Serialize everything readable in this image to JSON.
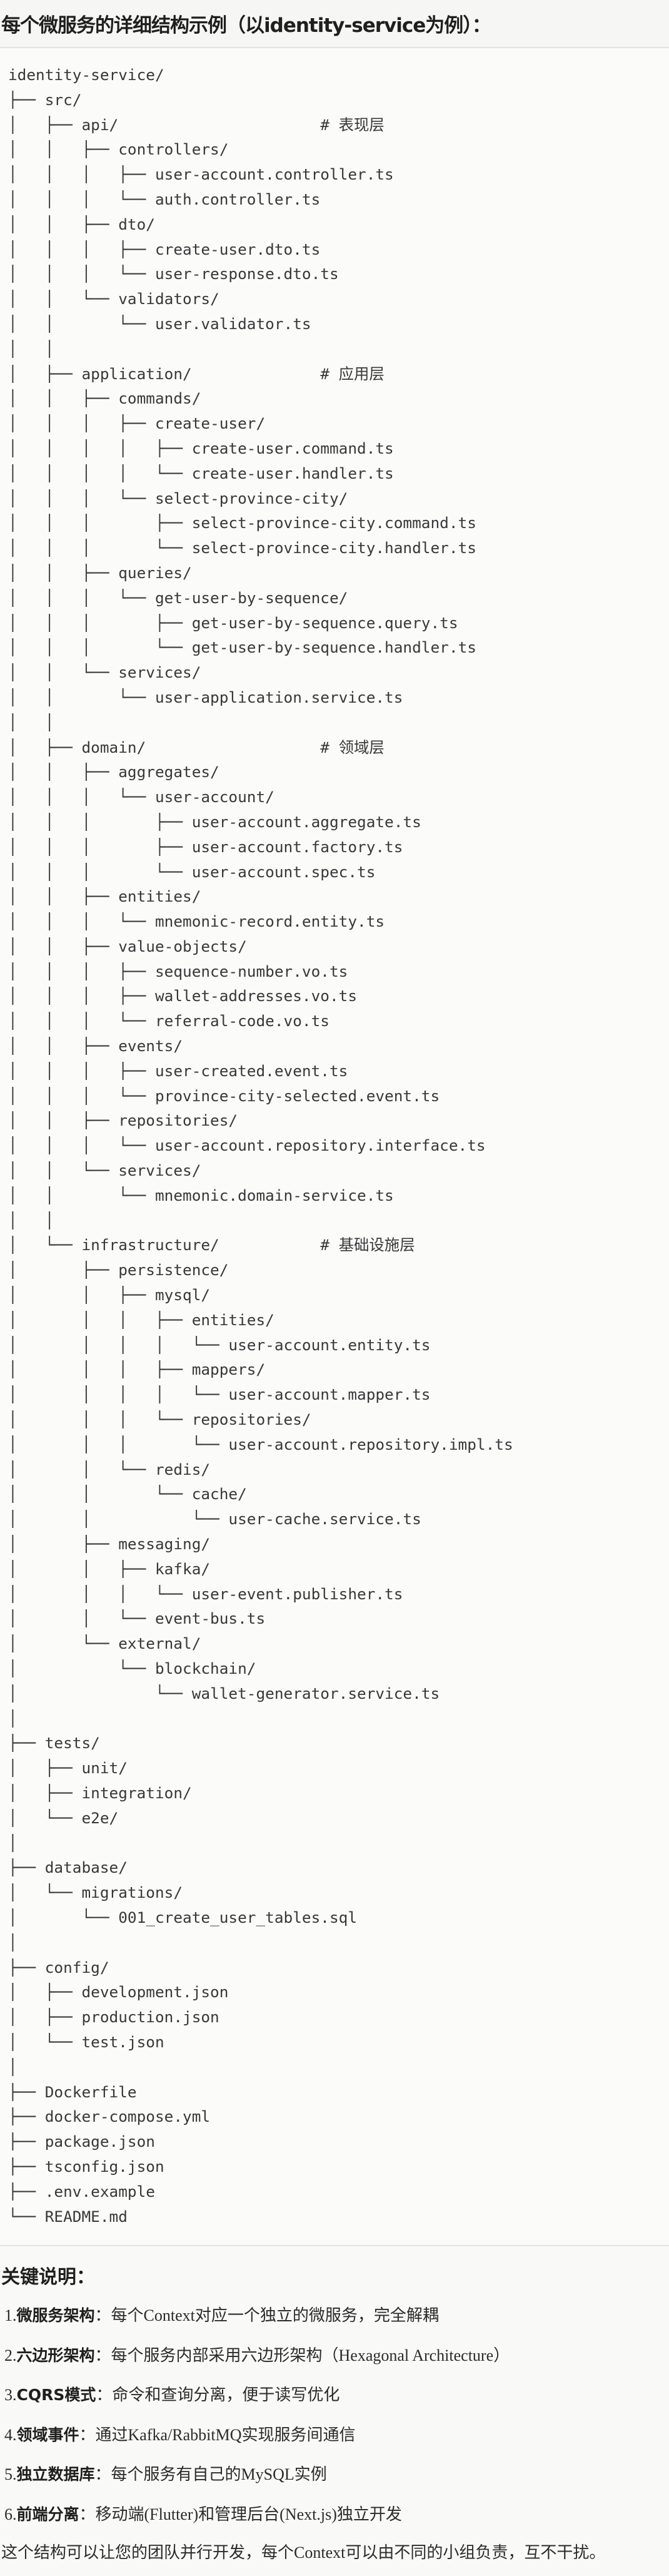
{
  "header": {
    "title": "每个微服务的详细结构示例（以identity-service为例）："
  },
  "tree": {
    "lines": [
      "identity-service/",
      "├── src/",
      "│   ├── api/                      # 表现层",
      "│   │   ├── controllers/",
      "│   │   │   ├── user-account.controller.ts",
      "│   │   │   └── auth.controller.ts",
      "│   │   ├── dto/",
      "│   │   │   ├── create-user.dto.ts",
      "│   │   │   └── user-response.dto.ts",
      "│   │   └── validators/",
      "│   │       └── user.validator.ts",
      "│   │",
      "│   ├── application/              # 应用层",
      "│   │   ├── commands/",
      "│   │   │   ├── create-user/",
      "│   │   │   │   ├── create-user.command.ts",
      "│   │   │   │   └── create-user.handler.ts",
      "│   │   │   └── select-province-city/",
      "│   │   │       ├── select-province-city.command.ts",
      "│   │   │       └── select-province-city.handler.ts",
      "│   │   ├── queries/",
      "│   │   │   └── get-user-by-sequence/",
      "│   │   │       ├── get-user-by-sequence.query.ts",
      "│   │   │       └── get-user-by-sequence.handler.ts",
      "│   │   └── services/",
      "│   │       └── user-application.service.ts",
      "│   │",
      "│   ├── domain/                   # 领域层",
      "│   │   ├── aggregates/",
      "│   │   │   └── user-account/",
      "│   │   │       ├── user-account.aggregate.ts",
      "│   │   │       ├── user-account.factory.ts",
      "│   │   │       └── user-account.spec.ts",
      "│   │   ├── entities/",
      "│   │   │   └── mnemonic-record.entity.ts",
      "│   │   ├── value-objects/",
      "│   │   │   ├── sequence-number.vo.ts",
      "│   │   │   ├── wallet-addresses.vo.ts",
      "│   │   │   └── referral-code.vo.ts",
      "│   │   ├── events/",
      "│   │   │   ├── user-created.event.ts",
      "│   │   │   └── province-city-selected.event.ts",
      "│   │   ├── repositories/",
      "│   │   │   └── user-account.repository.interface.ts",
      "│   │   └── services/",
      "│   │       └── mnemonic.domain-service.ts",
      "│   │",
      "│   └── infrastructure/           # 基础设施层",
      "│       ├── persistence/",
      "│       │   ├── mysql/",
      "│       │   │   ├── entities/",
      "│       │   │   │   └── user-account.entity.ts",
      "│       │   │   ├── mappers/",
      "│       │   │   │   └── user-account.mapper.ts",
      "│       │   │   └── repositories/",
      "│       │   │       └── user-account.repository.impl.ts",
      "│       │   └── redis/",
      "│       │       └── cache/",
      "│       │           └── user-cache.service.ts",
      "│       ├── messaging/",
      "│       │   ├── kafka/",
      "│       │   │   └── user-event.publisher.ts",
      "│       │   └── event-bus.ts",
      "│       └── external/",
      "│           └── blockchain/",
      "│               └── wallet-generator.service.ts",
      "│",
      "├── tests/",
      "│   ├── unit/",
      "│   ├── integration/",
      "│   └── e2e/",
      "│",
      "├── database/",
      "│   └── migrations/",
      "│       └── 001_create_user_tables.sql",
      "│",
      "├── config/",
      "│   ├── development.json",
      "│   ├── production.json",
      "│   └── test.json",
      "│",
      "├── Dockerfile",
      "├── docker-compose.yml",
      "├── package.json",
      "├── tsconfig.json",
      "├── .env.example",
      "└── README.md"
    ]
  },
  "notes": {
    "title": "关键说明：",
    "items": [
      {
        "num": "1.",
        "term": "微服务架构",
        "text": "：每个Context对应一个独立的微服务，完全解耦"
      },
      {
        "num": "2.",
        "term": "六边形架构",
        "text": "：每个服务内部采用六边形架构（Hexagonal Architecture）"
      },
      {
        "num": "3.",
        "term": "CQRS模式",
        "text": "：命令和查询分离，便于读写优化"
      },
      {
        "num": "4.",
        "term": "领域事件",
        "text": "：通过Kafka/RabbitMQ实现服务间通信"
      },
      {
        "num": "5.",
        "term": "独立数据库",
        "text": "：每个服务有自己的MySQL实例"
      },
      {
        "num": "6.",
        "term": "前端分离",
        "text": "：移动端(Flutter)和管理后台(Next.js)独立开发"
      }
    ],
    "summary": "这个结构可以让您的团队并行开发，每个Context可以由不同的小组负责，互不干扰。"
  }
}
